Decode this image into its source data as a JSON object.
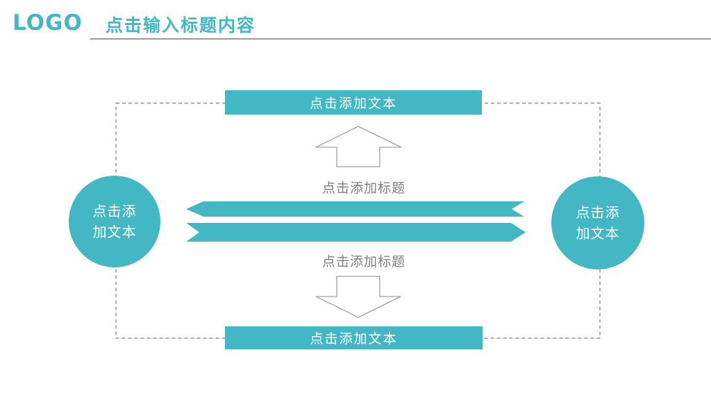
{
  "header": {
    "logo": "LOGO",
    "title": "点击输入标题内容"
  },
  "diagram": {
    "top_bar": "点击添加文本",
    "bottom_bar": "点击添加文本",
    "left_circle_text": "点击添\n加文本",
    "right_circle_text": "点击添\n加文本",
    "upper_caption": "点击添加标题",
    "lower_caption": "点击添加标题"
  },
  "colors": {
    "teal": "#43b7c4",
    "white_text": "#ffffff",
    "caption_gray": "#7f7f7f",
    "dash_gray": "#8f8f8f",
    "arrow_outline": "#a0a0a0",
    "divider_gray": "#9a9a9a"
  }
}
